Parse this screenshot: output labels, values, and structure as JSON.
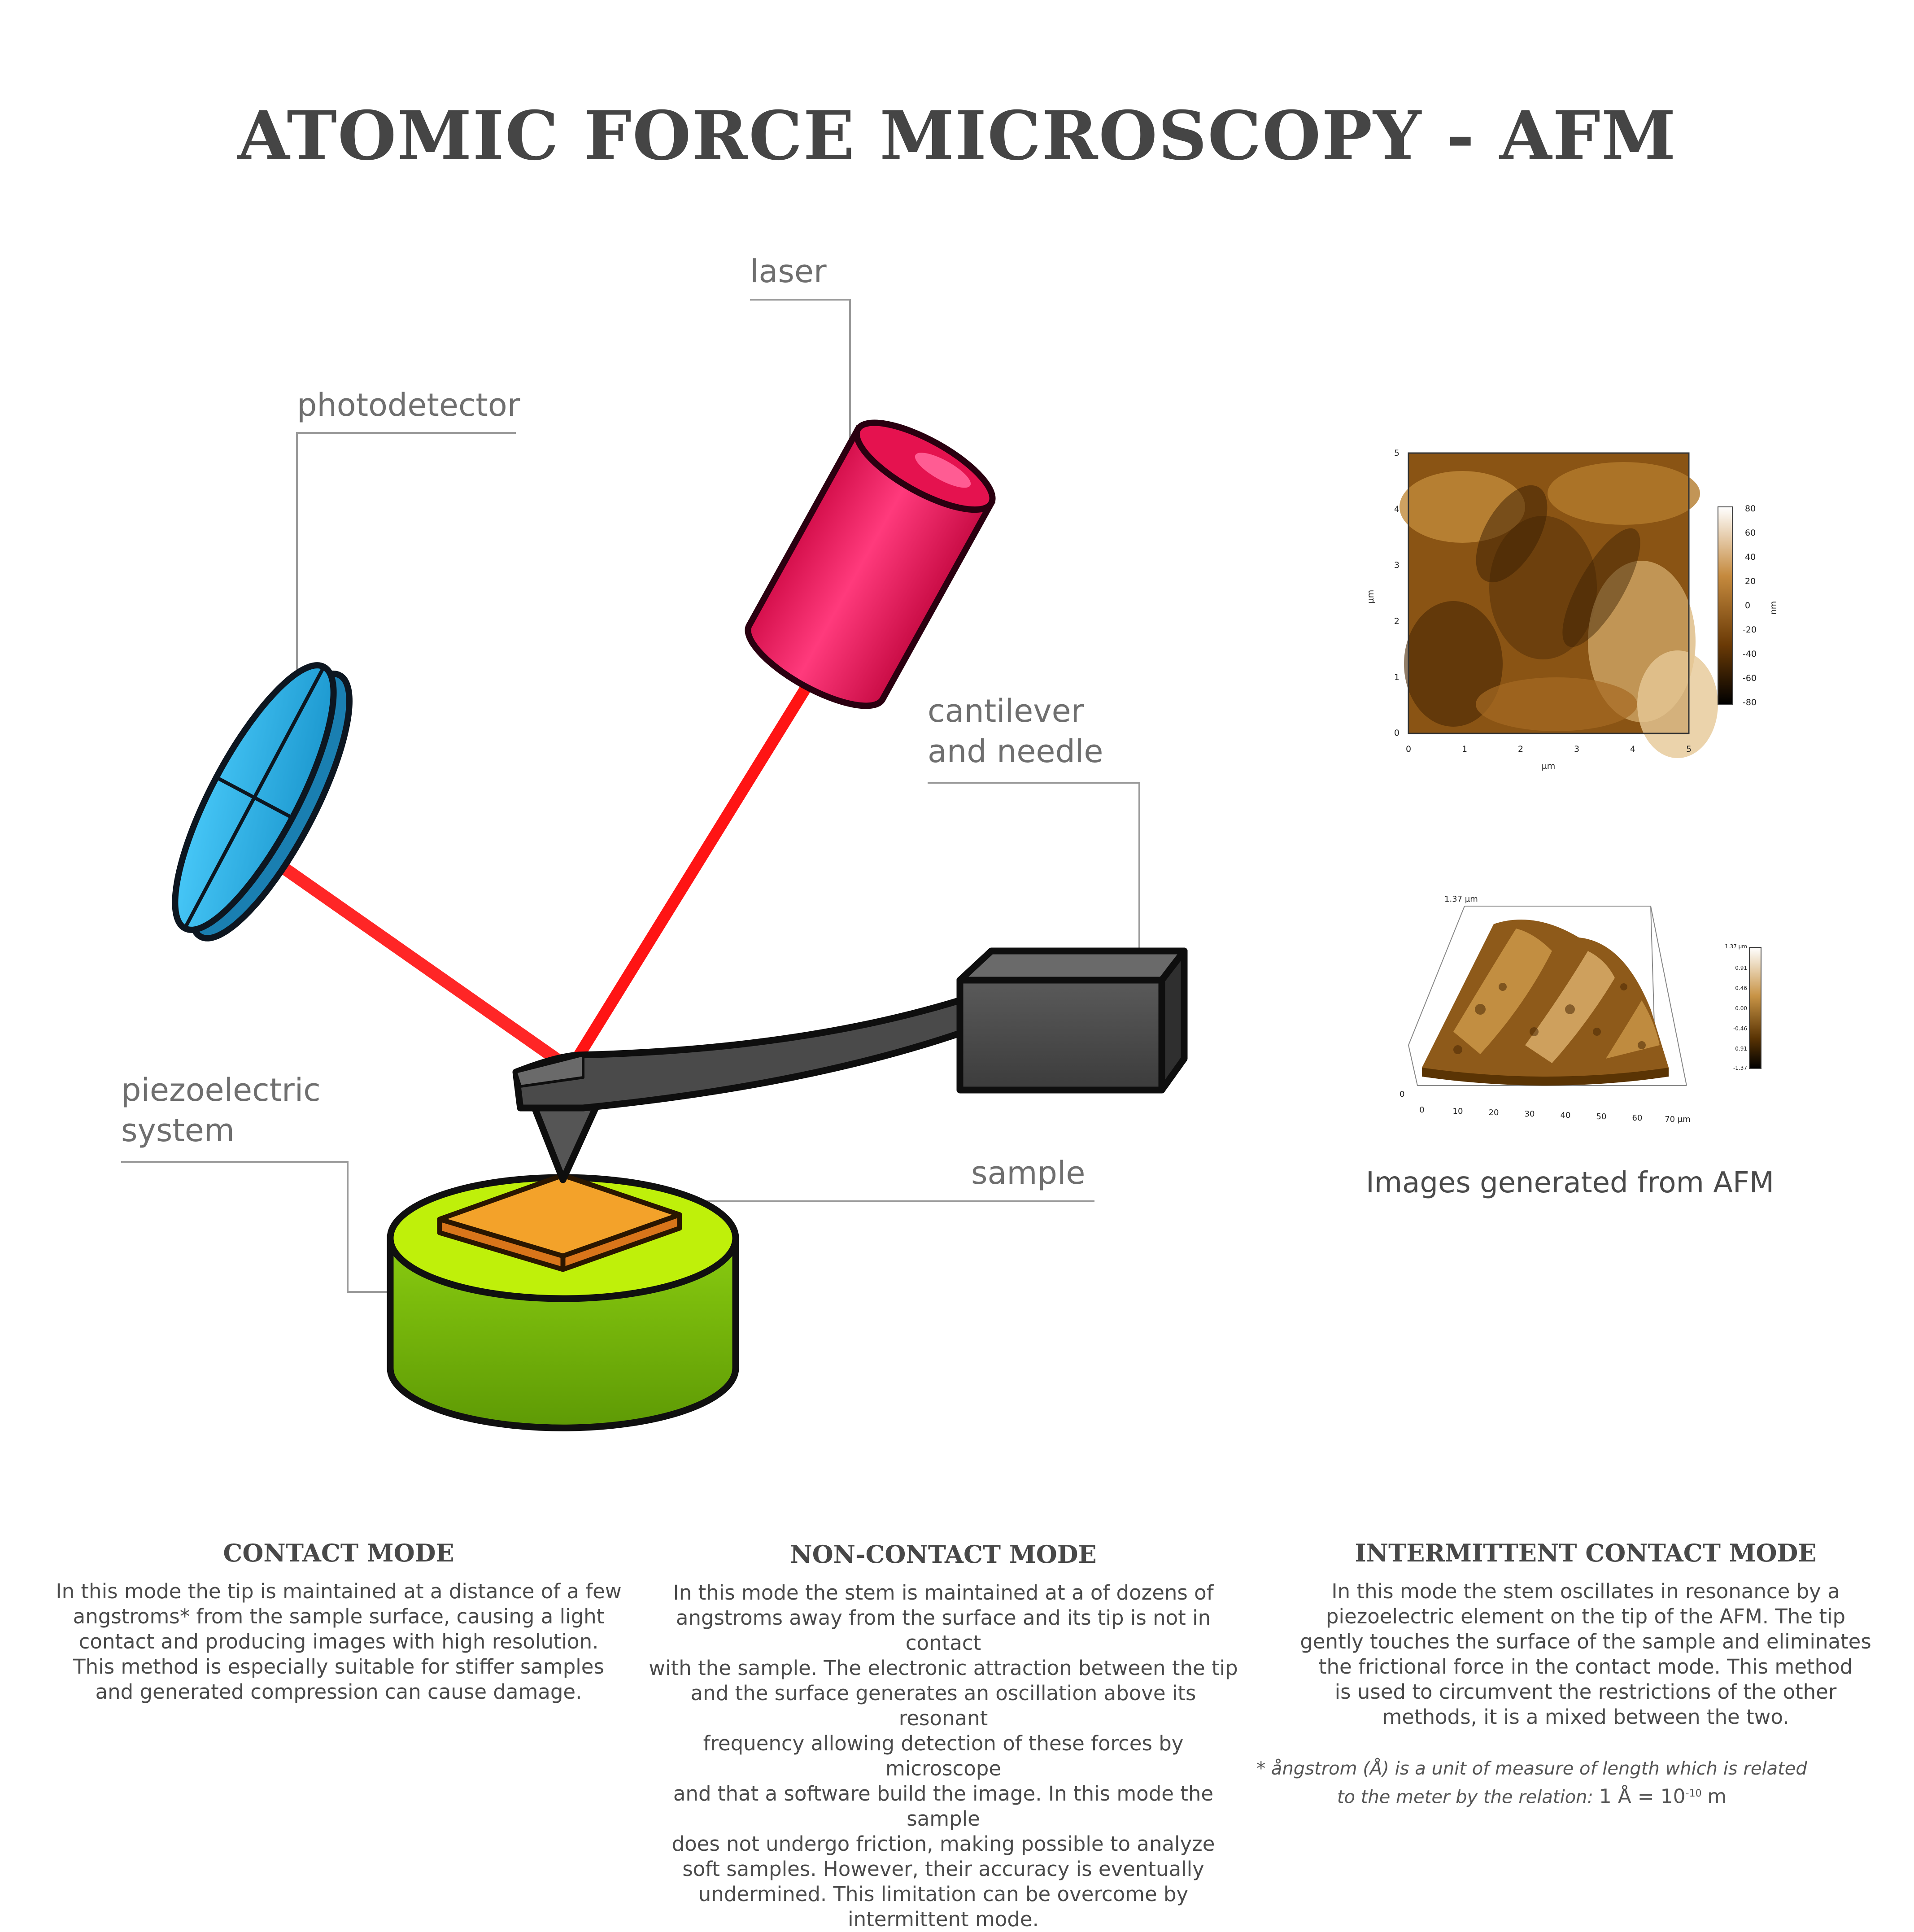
{
  "title": "ATOMIC FORCE MICROSCOPY - AFM",
  "labels": {
    "laser": "laser",
    "photodetector": "photodetector",
    "cantilever_line1": "cantilever",
    "cantilever_line2": "and needle",
    "piezo_line1": "piezoelectric",
    "piezo_line2": "system",
    "sample": "sample"
  },
  "afm_images": {
    "caption": "Images generated from AFM",
    "map2d": {
      "x_label": "µm",
      "y_label": "µm",
      "x_ticks": [
        "0",
        "1",
        "2",
        "3",
        "4",
        "5"
      ],
      "y_ticks": [
        "0",
        "1",
        "2",
        "3",
        "4",
        "5"
      ],
      "scale_unit": "nm",
      "scale_ticks": [
        "80",
        "60",
        "40",
        "20",
        "0",
        "-20",
        "-40",
        "-60",
        "-80"
      ]
    },
    "map3d": {
      "top_label": "1.37 µm",
      "x_ticks": [
        "0",
        "10",
        "20",
        "30",
        "40",
        "50",
        "60",
        "70 µm"
      ],
      "scale_ticks": [
        "1.37 µm",
        "0.91",
        "0.46",
        "0.00",
        "-0.46",
        "-0.91",
        "-1.37"
      ]
    }
  },
  "modes": [
    {
      "title": "CONTACT MODE",
      "lines": [
        "In this mode the tip is maintained at a distance of a few",
        "angstroms* from the sample surface, causing a light",
        "contact and producing images with high resolution.",
        "This method is especially suitable for stiffer samples",
        "and generated compression can cause damage."
      ]
    },
    {
      "title": "NON-CONTACT MODE",
      "lines": [
        "In this mode the stem is maintained at a  of dozens of",
        "angstroms away from the surface and its tip is not in contact",
        "with the sample. The electronic attraction between the tip",
        "and the surface generates an oscillation above its resonant",
        "frequency allowing detection of these forces by microscope",
        "and that a software build the image. In this mode the sample",
        "does not undergo friction, making possible to analyze",
        "soft samples. However, their accuracy is eventually",
        "undermined. This limitation can be overcome by",
        "intermittent mode."
      ]
    },
    {
      "title": "INTERMITTENT CONTACT MODE",
      "lines": [
        "In this mode the stem oscillates in resonance by a",
        "piezoelectric element on the tip of the AFM. The tip",
        "gently touches the surface of the sample and eliminates",
        "the frictional force in the contact mode. This method",
        "is used to circumvent the restrictions of the other",
        "methods, it is a mixed between the two."
      ]
    }
  ],
  "footnote": {
    "line1": "* ångstrom (Å) is a unit of measure of length which is related",
    "line2": "to the meter by the relation:",
    "equation": "1 Å = 10",
    "exponent": "-10",
    "unit": "m"
  },
  "colors": {
    "laser_beam": "#ff1010",
    "laser_body": "#f2145e",
    "photodetector": "#27a9dd",
    "base": "#7fbf0c",
    "base_top": "#bff00a",
    "sample": "#f39c25",
    "cantilever": "#4a4a4a"
  }
}
